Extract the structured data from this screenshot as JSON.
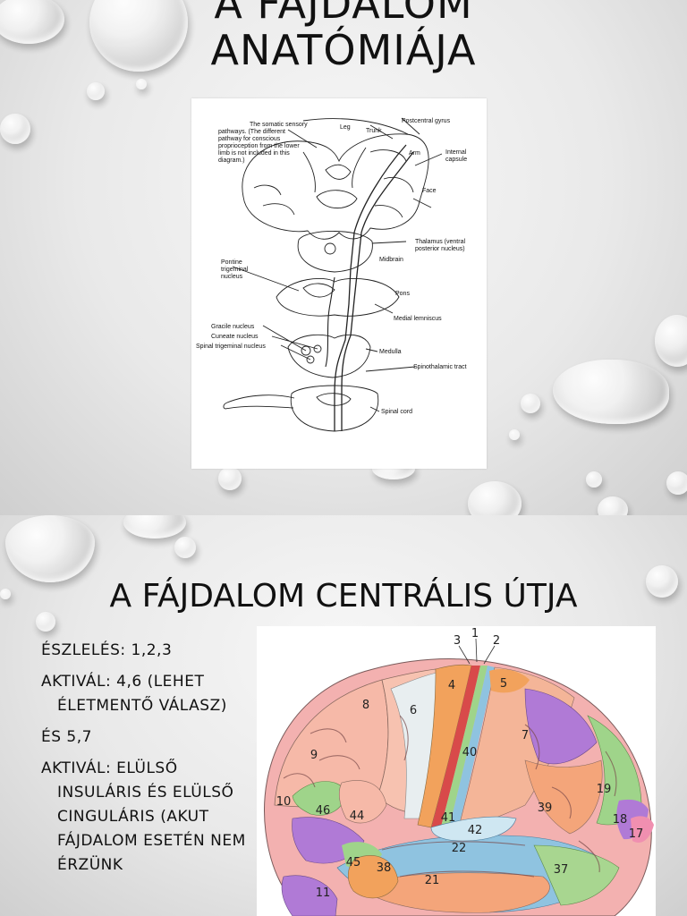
{
  "slide1": {
    "title_line1": "A FÁJDALOM",
    "title_line2": "ANATÓMIÁJA",
    "diagram_labels": {
      "caption_line1": "The somatic sensory",
      "caption_line2": "pathways. (The different",
      "caption_line3": "pathway for conscious",
      "caption_line4": "proprioception from the lower",
      "caption_line5": "limb is not included in this",
      "caption_line6": "diagram.)",
      "leg": "Leg",
      "trunk": "Trunk",
      "postcentral_gyrus": "Postcentral gyrus",
      "arm": "Arm",
      "internal_capsule_1": "Internal",
      "internal_capsule_2": "capsule",
      "face": "Face",
      "thalamus_1": "Thalamus (ventral",
      "thalamus_2": "posterior nucleus)",
      "midbrain": "Midbrain",
      "pontine_1": "Pontine",
      "pontine_2": "trigeminal",
      "pontine_3": "nucleus",
      "pons": "Pons",
      "medial_lemniscus": "Medial lemniscus",
      "gracile": "Gracile nucleus",
      "cuneate": "Cuneate nucleus",
      "spinal_trigeminal": "Spinal trigeminal nucleus",
      "medulla": "Medulla",
      "spinothalamic": "Spinothalamic tract",
      "spinal_cord": "Spinal cord"
    }
  },
  "slide2": {
    "title": "A FÁJDALOM CENTRÁLIS ÚTJA",
    "bullets": [
      "ÉSZLELÉS: 1,2,3",
      "AKTIVÁL: 4,6 (LEHET ÉLETMENTŐ VÁLASZ)",
      "ÉS 5,7",
      "AKTIVÁL: ELÜLSŐ INSULÁRIS ÉS ELÜLSŐ CINGULÁRIS (AKUT FÁJDALOM ESETÉN NEM ÉRZÜNK"
    ],
    "brodmann_numbers": [
      "1",
      "2",
      "3",
      "4",
      "5",
      "6",
      "7",
      "8",
      "9",
      "10",
      "11",
      "17",
      "18",
      "19",
      "21",
      "22",
      "37",
      "38",
      "39",
      "40",
      "41",
      "42",
      "44",
      "45",
      "46"
    ]
  },
  "colors": {
    "background": "#e9e9e9",
    "text": "#111111",
    "area_orange": "#f2a25c",
    "area_green": "#9fd48a",
    "area_purple": "#b07ad6",
    "area_pink": "#f3b1b0",
    "area_blue": "#8fc3e0"
  }
}
